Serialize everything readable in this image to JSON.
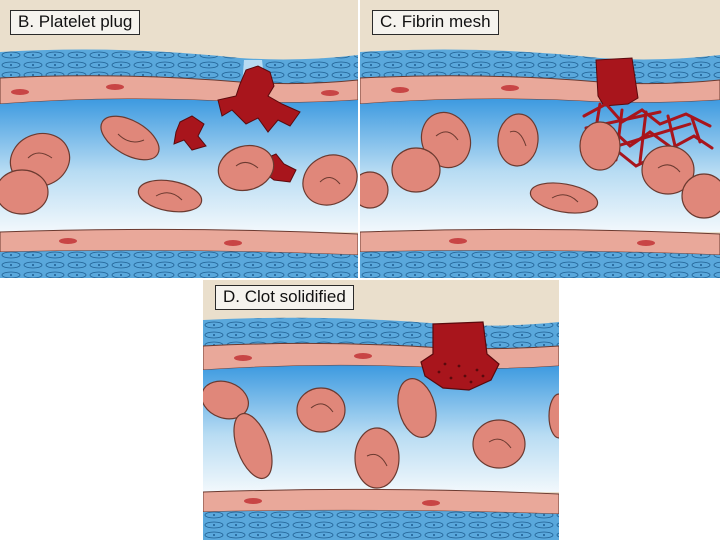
{
  "panels": [
    {
      "id": "B",
      "label": "B. Platelet plug"
    },
    {
      "id": "C",
      "label": "C. Fibrin mesh"
    },
    {
      "id": "D",
      "label": "D. Clot solidified"
    }
  ],
  "colors": {
    "lumen": "#8fc4ea",
    "vessel_wall": "#e9a89a",
    "outer_tissue": "#4a9ed8",
    "red_blood_cell": "#e0877a",
    "platelet_clot": "#a8151c",
    "background_header": "#e9dcc8"
  }
}
